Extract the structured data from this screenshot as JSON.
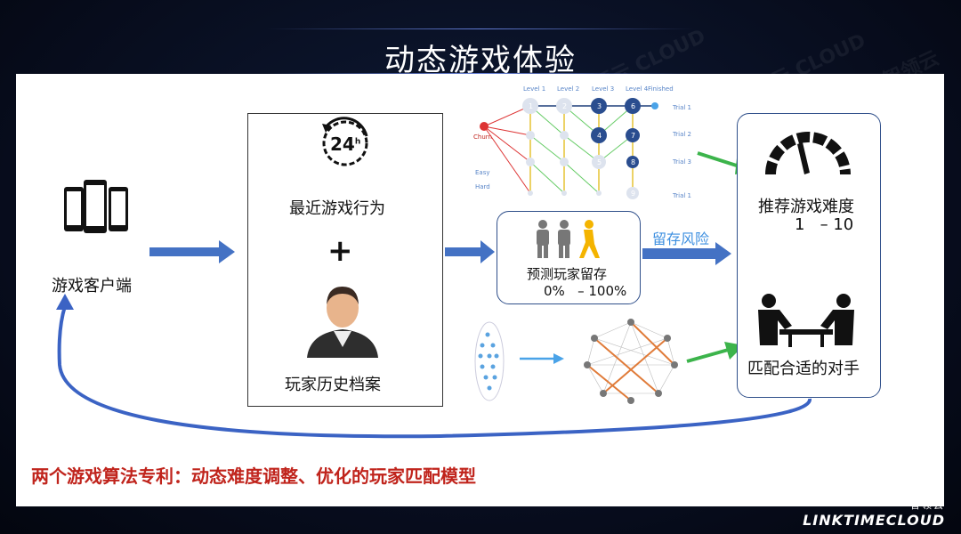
{
  "title": "动态游戏体验",
  "watermark_cn": "智领云",
  "watermark_en": "CLOUD",
  "client": {
    "label": "游戏客户端",
    "icon": "smartphones-icon"
  },
  "input_box": {
    "recent_label": "最近游戏行为",
    "clock_text": "24",
    "clock_unit": "h",
    "plus": "+",
    "profile_label": "玩家历史档案"
  },
  "level_graph": {
    "levels": [
      "Level 1",
      "Level 2",
      "Level 3",
      "Level 4",
      "Finished"
    ],
    "trials": [
      "Trial 1",
      "Trial 2",
      "Trial 3",
      "Trial 1"
    ],
    "left_labels": [
      "Churn",
      "Easy",
      "Hard"
    ],
    "node_numbers": [
      "1",
      "2",
      "3",
      "6",
      "4",
      "7",
      "5",
      "8",
      "9"
    ]
  },
  "retention": {
    "label": "预测玩家留存",
    "range_low": "0%",
    "dash": "–",
    "range_high": "100%"
  },
  "risk_label": "留存风险",
  "recommend": {
    "label": "推荐游戏难度",
    "range_low": "1",
    "dash": "–",
    "range_high": "10"
  },
  "match": {
    "label": "匹配合适的对手"
  },
  "patent_note": "两个游戏算法专利：动态难度调整、优化的玩家匹配模型",
  "logo": {
    "cn": "智领云",
    "en": "LINKTIMECLOUD"
  },
  "colors": {
    "arrow_blue": "#4472c4",
    "green": "#3cb44b",
    "red": "#c0241c",
    "orange": "#e07b39",
    "loop_blue": "#3b63c4"
  }
}
